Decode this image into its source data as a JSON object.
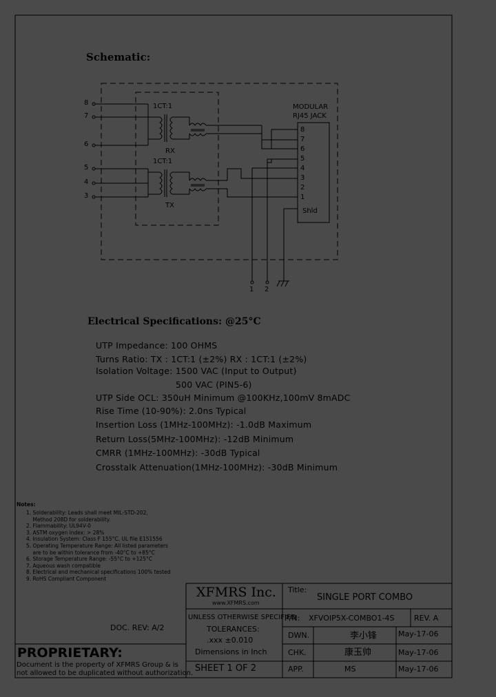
{
  "schematic": {
    "heading": "Schematic:",
    "left_pins": [
      "8",
      "7",
      "6",
      "5",
      "4",
      "3"
    ],
    "ratio_rx": "1CT:1",
    "ratio_tx": "1CT:1",
    "label_rx": "RX",
    "label_tx": "TX",
    "jack_title_1": "MODULAR",
    "jack_title_2": "RJ45 JACK",
    "jack_pins": [
      "8",
      "7",
      "6",
      "5",
      "4",
      "3",
      "2",
      "1"
    ],
    "shield_label": "Shld",
    "bottom_pins": [
      "1",
      "2"
    ]
  },
  "electrical": {
    "heading": "Electrical  Specifications: @25°C",
    "lines": [
      "UTP Impedance: 100 OHMS",
      "Turns Ratio: TX : 1CT:1 (±2%)     RX : 1CT:1 (±2%)",
      "Isolation Voltage: 1500 VAC (Input to Output)",
      "500 VAC (PIN5-6)",
      "UTP Side OCL: 350uH Minimum @100KHz,100mV 8mADC",
      "Rise Time (10-90%):   2.0ns Typical",
      "Insertion Loss (1MHz-100MHz): -1.0dB Maximum",
      "Return Loss(5MHz-100MHz): -12dB Minimum",
      "CMRR (1MHz-100MHz): -30dB Typical",
      "Crosstalk Attenuation(1MHz-100MHz): -30dB Minimum"
    ]
  },
  "notes": {
    "title": "Notes:",
    "items": [
      "1. Solderability: Leads shall meet MIL-STD-202,",
      "    Method 208D for solderability.",
      "2. Flammability: UL94V-0",
      "3. ASTM oxygen index: > 28%",
      "4. Insulation System: Class F 155°C. UL file E151556",
      "5. Operating Temperature Range: All listed parameters",
      "    are to be within tolerance from -40°C to +85°C",
      "6. Storage Temperature Range: -55°C to +125°C",
      "7. Aqueous wash compatible",
      "8. Electrical and mechanical specifications 100% tested",
      "9. RoHS Compliant Component"
    ]
  },
  "title_block": {
    "company": "XFMRS Inc.",
    "website": "www.XFMRS.com",
    "title_label": "Title:",
    "title_value": "SINGLE PORT COMBO",
    "unless": "UNLESS OTHERWISE SPECIFIED",
    "tolerances": "TOLERANCES:",
    "tol_value": ".xxx ±0.010",
    "dims": "Dimensions in Inch",
    "sheet": "SHEET  1  OF  2",
    "pn_label": "P/N:",
    "pn_value": "XFVOIP5X-COMBO1-4S",
    "rev_label": "REV. A",
    "dwn_label": "DWN.",
    "dwn_name": "李小锋",
    "dwn_date": "May-17-06",
    "chk_label": "CHK.",
    "chk_name": "康玉帅",
    "chk_date": "May-17-06",
    "app_label": "APP.",
    "app_name": "MS",
    "app_date": "May-17-06",
    "doc_rev": "DOC. REV: A/2",
    "proprietary": "PROPRIETARY:",
    "prop_line1": "Document is the property of XFMRS Group & is",
    "prop_line2": "not allowed to be duplicated without authorization."
  }
}
